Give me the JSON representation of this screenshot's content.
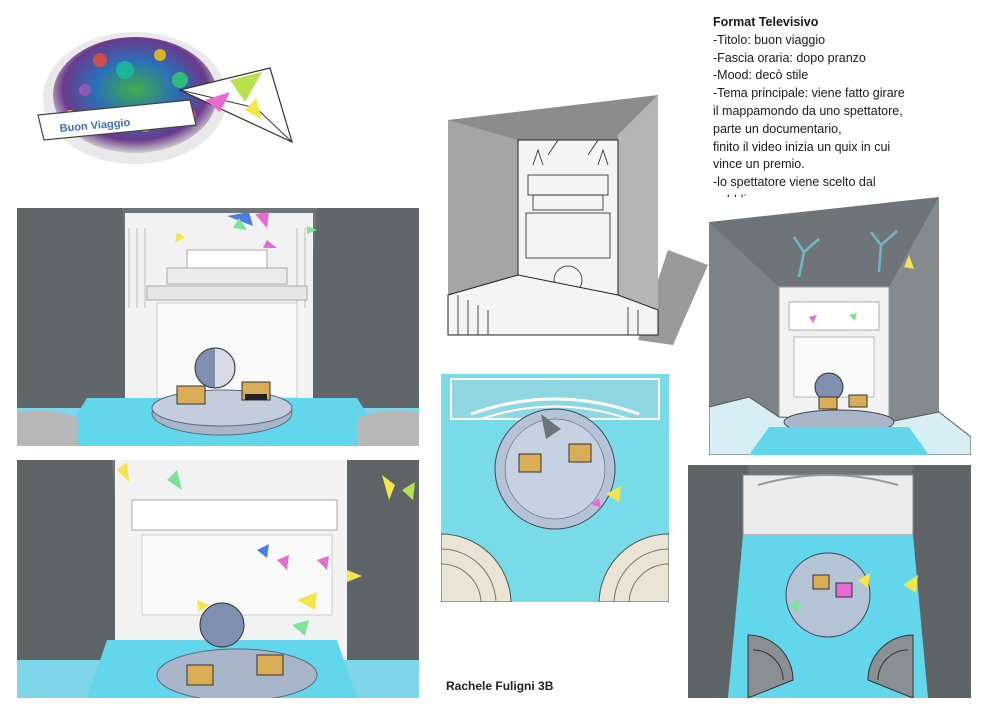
{
  "logo": {
    "banner_text": "Buon Viaggio"
  },
  "format": {
    "heading": "Format Televisivo",
    "lines": [
      "-Titolo: buon viaggio",
      "-Fascia oraria: dopo pranzo",
      "-Mood: decò stile",
      "-Tema principale: viene fatto girare",
      "il mappamondo da uno spettatore,",
      "parte un documentario,",
      "finito il video inizia un quix in cui",
      "vince un premio.",
      "-lo spettatore viene scelto dal",
      "pubblico."
    ]
  },
  "author": "Rachele Fuligni 3B",
  "colors": {
    "wall_gray": "#6f7479",
    "set_white": "#f2f2f2",
    "floor_cyan": "#62d6ea",
    "accent_yellow": "#f3e64a",
    "accent_pink": "#e86ad3",
    "accent_green": "#7fe29b",
    "accent_blue": "#4a7fe0",
    "chair_gold": "#d9ad55"
  }
}
